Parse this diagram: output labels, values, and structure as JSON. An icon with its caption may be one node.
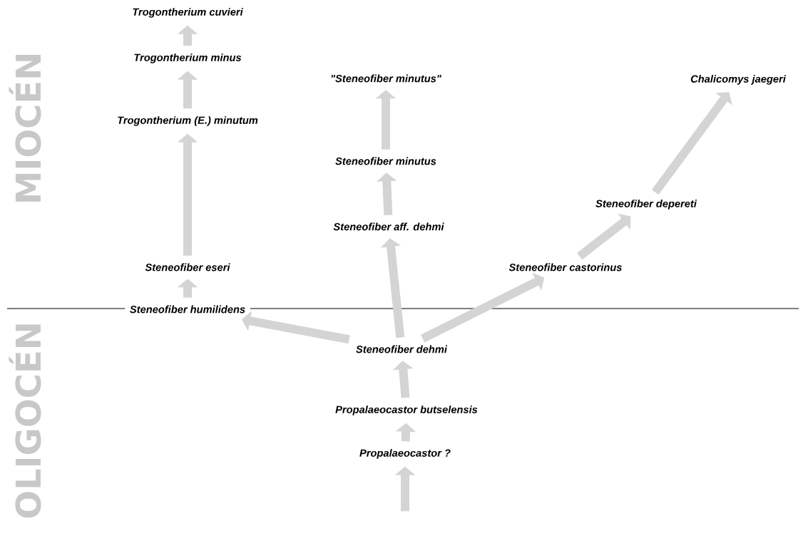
{
  "diagram": {
    "nodes": [
      {
        "text": [
          "Trogontherium cuvieri"
        ]
      },
      {
        "text": [
          "Trogontherium minus"
        ]
      },
      {
        "text": [
          "Trogontherium (E.) minutum"
        ]
      },
      {
        "text": [
          "\"Steneofiber minutus\""
        ]
      },
      {
        "text": [
          "Chalicomys jaegeri"
        ]
      },
      {
        "text": [
          "Steneofiber minutus"
        ]
      },
      {
        "text": [
          "Steneofiber depereti"
        ]
      },
      {
        "text": [
          "Steneofiber aff. dehmi"
        ]
      },
      {
        "text": [
          "Steneofiber eseri"
        ]
      },
      {
        "text": [
          "Steneofiber castorinus"
        ]
      },
      {
        "text": [
          "Steneofiber humilidens"
        ]
      },
      {
        "text": [
          "Steneofiber dehmi"
        ]
      },
      {
        "text": [
          "Propalaeocastor butselensis"
        ]
      },
      {
        "text": [
          "Propalaeocastor ?"
        ]
      }
    ],
    "edges": [
      {
        "from": 1,
        "to": 0,
        "arrow": "to"
      },
      {
        "from": 2,
        "to": 1,
        "arrow": "to"
      },
      {
        "from": 8,
        "to": 2,
        "arrow": "to"
      },
      {
        "from": 10,
        "to": 8,
        "arrow": "to"
      },
      {
        "from": 5,
        "to": 3,
        "arrow": "to"
      },
      {
        "from": 7,
        "to": 5,
        "arrow": "to"
      },
      {
        "from": 11,
        "to": 7,
        "arrow": "to"
      },
      {
        "from": 11,
        "to": 10,
        "arrow": "to"
      },
      {
        "from": 11,
        "to": 9,
        "arrow": "to"
      },
      {
        "from": 9,
        "to": 6,
        "arrow": "to"
      },
      {
        "from": 6,
        "to": 4,
        "arrow": "to"
      },
      {
        "from": 12,
        "to": 11,
        "arrow": "to"
      },
      {
        "from": 13,
        "to": 12,
        "arrow": "to"
      },
      {
        "from": null,
        "to": 13,
        "arrow": "to"
      }
    ],
    "labels": [
      "MIOCÉN",
      "OLIGOCÉN"
    ]
  }
}
